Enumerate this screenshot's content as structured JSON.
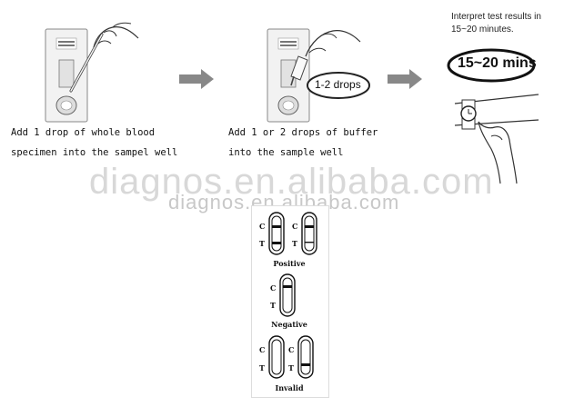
{
  "steps": [
    {
      "line1": "Add 1 drop of whole blood",
      "line2": "specimen into the sampel well"
    },
    {
      "line1": "Add 1 or 2 drops of buffer",
      "line2": "into the sample well"
    }
  ],
  "drops_label": "1-2 drops",
  "timer": {
    "note_line1": "Interpret test results in",
    "note_line2": "15~20 minutes.",
    "badge": "15~20 mins"
  },
  "watermark": {
    "large": "diagnos.en.alibaba.com",
    "small": "diagnos.en.alibaba.com"
  },
  "results": {
    "positive": "Positive",
    "negative": "Negative",
    "invalid": "Invalid",
    "c_label": "C",
    "t_label": "T"
  }
}
